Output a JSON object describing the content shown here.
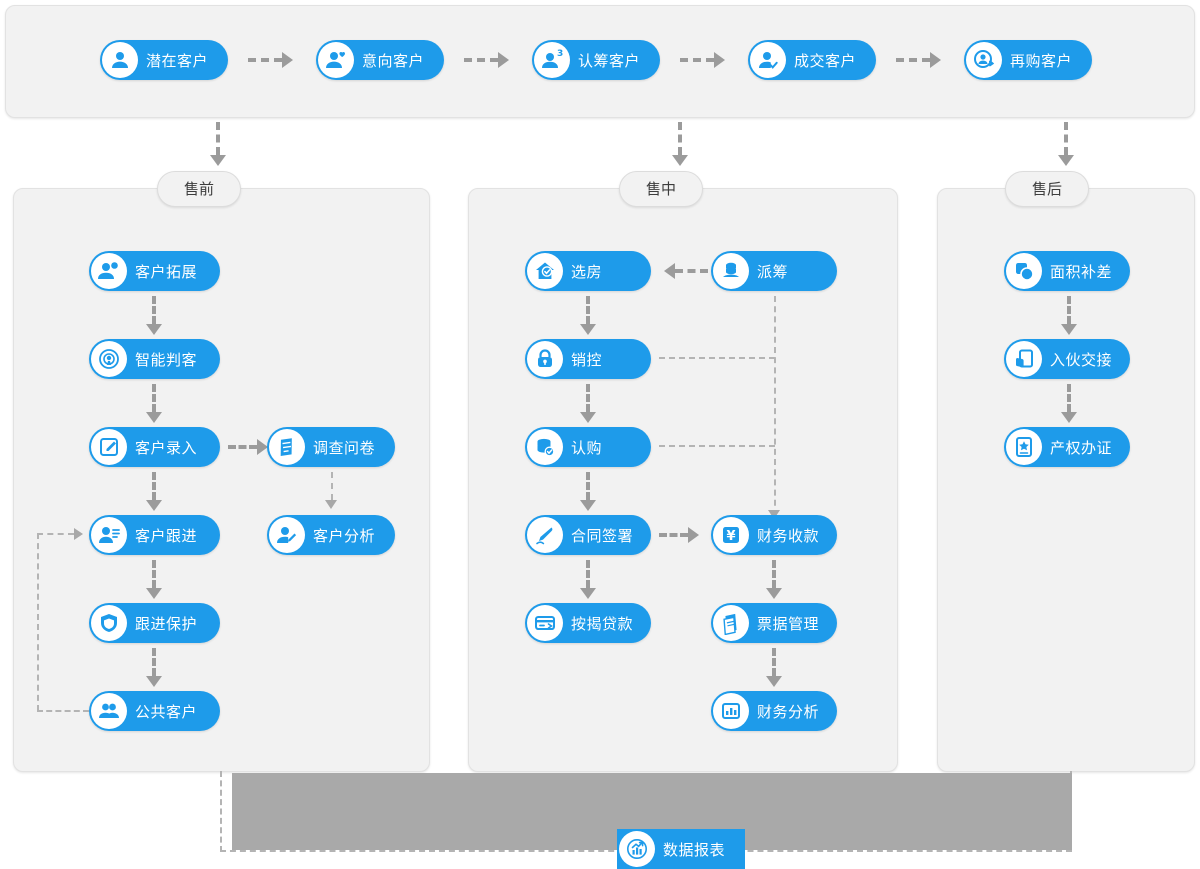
{
  "customer_journey": {
    "name": "customer-lifecycle-row",
    "nodes": [
      {
        "label": "潜在客户",
        "icon": "user-icon"
      },
      {
        "label": "意向客户",
        "icon": "user-heart-icon"
      },
      {
        "label": "认筹客户",
        "icon": "user-badge-3-icon"
      },
      {
        "label": "成交客户",
        "icon": "user-check-icon"
      },
      {
        "label": "再购客户",
        "icon": "user-refresh-icon"
      }
    ],
    "connector": "dashed-arrow-right"
  },
  "stages": [
    {
      "key": "pre",
      "label": "售前"
    },
    {
      "key": "mid",
      "label": "售中"
    },
    {
      "key": "post",
      "label": "售后"
    }
  ],
  "pre_sale": {
    "title": "售前",
    "main_flow": [
      {
        "label": "客户拓展",
        "icon": "user-group-icon"
      },
      {
        "label": "智能判客",
        "icon": "radar-icon"
      },
      {
        "label": "客户录入",
        "icon": "edit-form-icon"
      },
      {
        "label": "客户跟进",
        "icon": "user-list-icon"
      },
      {
        "label": "跟进保护",
        "icon": "shield-icon"
      },
      {
        "label": "公共客户",
        "icon": "users-icon"
      }
    ],
    "branch_flow": [
      {
        "label": "调查问卷",
        "icon": "questionnaire-icon"
      },
      {
        "label": "客户分析",
        "icon": "user-pencil-icon"
      }
    ]
  },
  "in_sale": {
    "title": "售中",
    "left_flow": [
      {
        "label": "选房",
        "icon": "house-check-icon"
      },
      {
        "label": "销控",
        "icon": "lock-icon"
      },
      {
        "label": "认购",
        "icon": "database-check-icon"
      },
      {
        "label": "合同签署",
        "icon": "pen-sign-icon"
      },
      {
        "label": "按揭贷款",
        "icon": "credit-card-icon"
      }
    ],
    "right_flow": [
      {
        "label": "派筹",
        "icon": "coins-stack-icon"
      },
      {
        "label": "财务收款",
        "icon": "yuan-receipt-icon"
      },
      {
        "label": "票据管理",
        "icon": "documents-icon"
      },
      {
        "label": "财务分析",
        "icon": "bar-chart-icon"
      }
    ]
  },
  "after_sale": {
    "title": "售后",
    "flow": [
      {
        "label": "面积补差",
        "icon": "area-diff-icon"
      },
      {
        "label": "入伙交接",
        "icon": "handover-icon"
      },
      {
        "label": "产权办证",
        "icon": "certificate-star-icon"
      }
    ]
  },
  "footer": {
    "report": {
      "label": "数据报表",
      "icon": "report-chart-icon"
    }
  },
  "colors": {
    "accent": "#1E9BEA",
    "panel_bg": "#f2f2f2",
    "panel_border": "#e2e2e2",
    "connector": "#9b9b9b",
    "connector_light": "#b4b4b4",
    "grey_strip": "#a9a9a9",
    "page_bg": "#ffffff"
  }
}
